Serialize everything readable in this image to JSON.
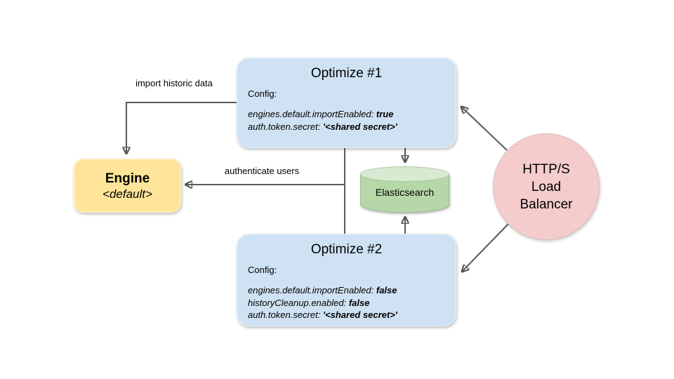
{
  "diagram": {
    "nodes": {
      "optimize1": {
        "title": "Optimize #1",
        "config_label": "Config:",
        "config_lines": [
          {
            "key": "engines.default.importEnabled: ",
            "value": "true"
          },
          {
            "key": "auth.token.secret: ",
            "value": "'<shared secret>'"
          }
        ]
      },
      "optimize2": {
        "title": "Optimize #2",
        "config_label": "Config:",
        "config_lines": [
          {
            "key": "engines.default.importEnabled: ",
            "value": "false"
          },
          {
            "key": "historyCleanup.enabled: ",
            "value": "false"
          },
          {
            "key": "auth.token.secret: ",
            "value": "'<shared secret>'"
          }
        ]
      },
      "engine": {
        "title": "Engine",
        "subtitle": "<default>"
      },
      "elasticsearch": {
        "label": "Elasticsearch"
      },
      "load_balancer": {
        "lines": [
          "HTTP/S",
          "Load",
          "Balancer"
        ]
      }
    },
    "edges": {
      "import_label": "import historic data",
      "authenticate_label": "authenticate users"
    },
    "colors": {
      "optimize_fill": "#cfe2f3",
      "engine_fill": "#ffe599",
      "elasticsearch_fill": "#b6d7a8",
      "elasticsearch_top_fill": "#d9ead3",
      "load_balancer_fill": "#f4cccc",
      "arrow": "#595959",
      "text": "#000000",
      "background": "#ffffff"
    }
  }
}
